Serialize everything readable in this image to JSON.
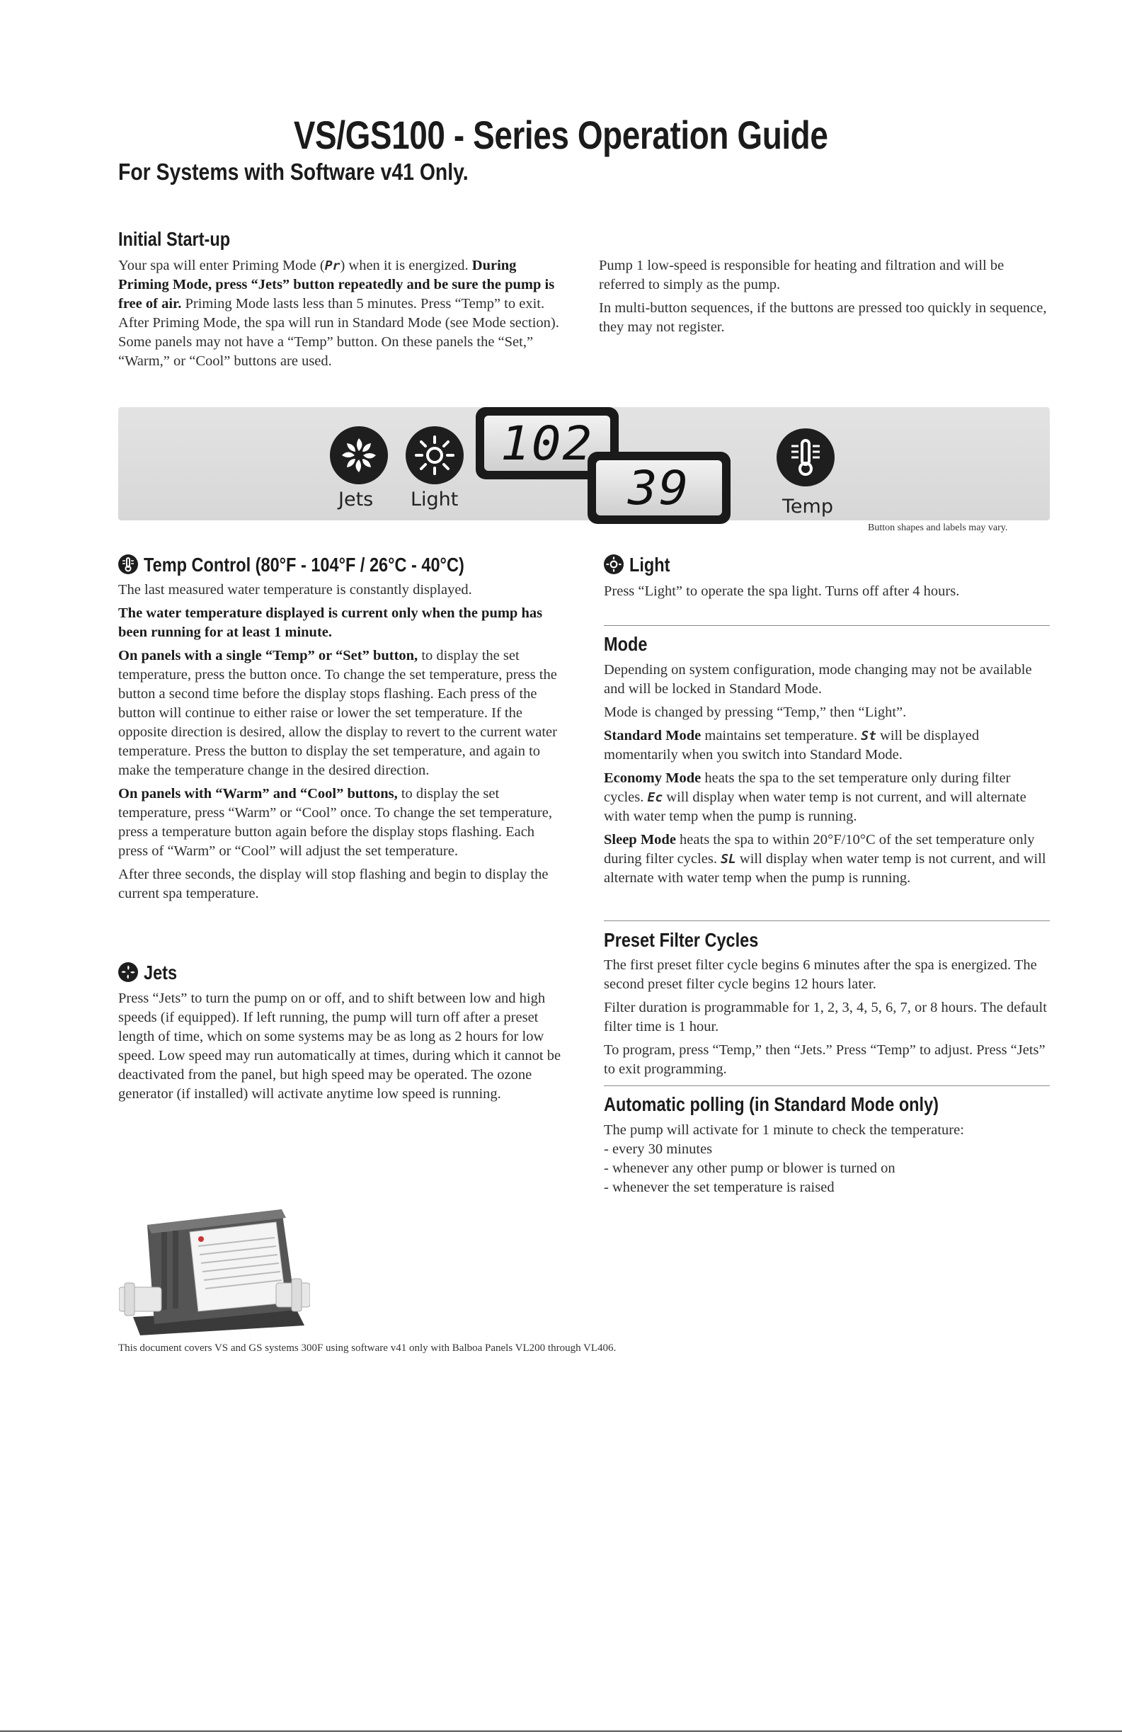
{
  "title": "VS/GS100 - Series Operation Guide",
  "subtitle": "For Systems with Software v41 Only.",
  "initial_startup": {
    "heading": "Initial Start-up",
    "p1_a": "Your spa will enter Priming Mode (",
    "p1_code": "Pr",
    "p1_b": ") when it is energized.",
    "p1_bold": "During Priming Mode, press “Jets” button repeatedly and be sure the pump is free of air.",
    "p1_c": "Priming Mode lasts less than 5 minutes. Press “Temp” to exit. After Priming Mode, the spa will run in Standard Mode (see Mode section). Some panels may not have a “Temp” button. On these panels the “Set,” “Warm,” or “Cool” buttons are used.",
    "right_p1": "Pump 1 low-speed is responsible for heating and filtration and will be referred to simply as the pump.",
    "right_p2": "In multi-button sequences, if the buttons are pressed too quickly in sequence, they may not register."
  },
  "panel": {
    "jets_label": "Jets",
    "light_label": "Light",
    "temp_label": "Temp",
    "display_top": "102",
    "display_bottom": "39",
    "note": "Button shapes and labels may vary."
  },
  "temp_control": {
    "heading": "Temp Control (80°F - 104°F / 26°C - 40°C)",
    "p1": "The last measured water temperature is constantly displayed.",
    "p2_bold": "The water temperature displayed is current only when the pump has been running for at least 1 minute.",
    "p3_bold": "On panels with a single “Temp” or “Set” button,",
    "p3": "to display the set temperature, press the button once. To change the set temperature, press the button a second time before the display stops flashing. Each press of the button will continue to either raise or lower the set temperature. If the opposite direction is desired, allow the display to revert to the current water temperature. Press the button to display the set temperature, and again to make the temperature change in the desired direction.",
    "p4_bold": "On panels with “Warm” and “Cool” buttons,",
    "p4": "to display the set temperature, press “Warm” or “Cool” once. To change the set temperature, press a temperature button again before the display stops flashing. Each press of “Warm” or “Cool” will adjust the set temperature.",
    "p5": "After three seconds, the display will stop flashing and begin to display the current spa temperature."
  },
  "jets": {
    "heading": "Jets",
    "p1": "Press “Jets” to turn the pump on or off, and to shift between low and high speeds (if equipped). If left running, the pump will turn off after a preset length of time, which on some systems may be as long as 2 hours for low speed. Low speed may run automatically at times, during which it cannot be deactivated from the panel, but high speed may be operated. The ozone generator (if installed) will activate anytime low speed is running."
  },
  "light": {
    "heading": "Light",
    "p1": "Press “Light” to operate the spa light. Turns off after 4 hours."
  },
  "mode": {
    "heading": "Mode",
    "p1": "Depending on system configuration, mode changing may not be available and will be locked in Standard Mode.",
    "p2": "Mode is changed by pressing “Temp,” then “Light”.",
    "p3_bold": "Standard Mode",
    "p3_a": "maintains set temperature.",
    "p3_code": "St",
    "p3_b": "will be displayed momentarily when you switch into Standard Mode.",
    "p4_bold": "Economy Mode",
    "p4_a": "heats the spa to the set temperature only during filter cycles.",
    "p4_code": "Ec",
    "p4_b": "will display when water temp is not current, and will alternate with water temp when the pump is running.",
    "p5_bold": "Sleep Mode",
    "p5_a": "heats the spa to within 20°F/10°C of the set temperature only during filter cycles.",
    "p5_code": "SL",
    "p5_b": "will display when water temp is not current, and will alternate with water temp when the pump is running."
  },
  "filter": {
    "heading": "Preset Filter Cycles",
    "p1": "The first preset filter cycle begins 6 minutes after the spa is energized. The second preset filter cycle begins 12 hours later.",
    "p2": "Filter duration is programmable for 1, 2, 3, 4, 5, 6, 7, or 8 hours. The default filter time is 1 hour.",
    "p3": "To program, press “Temp,” then “Jets.” Press “Temp” to adjust. Press “Jets” to exit programming."
  },
  "polling": {
    "heading": "Automatic polling (in Standard Mode only)",
    "p1": "The pump will activate for 1 minute to check the temperature:",
    "items": [
      "- every 30 minutes",
      "- whenever any other pump or blower is turned on",
      "- whenever the set temperature is raised"
    ]
  },
  "footer": "This document covers VS and GS systems 300F using software v41 only with Balboa Panels VL200 through VL406.",
  "colors": {
    "panel_bg": "#dcdcdc",
    "button": "#1e1e1e",
    "text": "#2f2f2f"
  }
}
